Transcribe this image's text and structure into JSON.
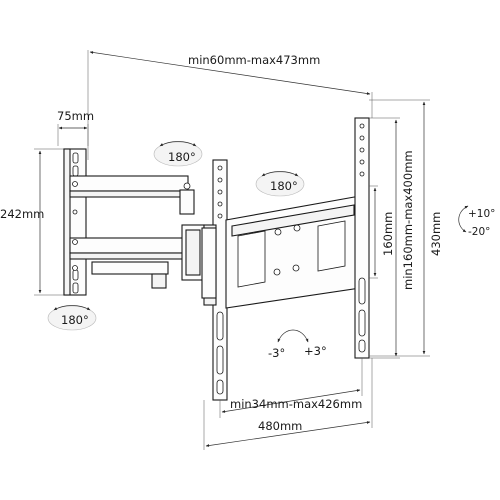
{
  "dimensions": {
    "arm_extension": "min60mm-max473mm",
    "wall_plate_depth": "75mm",
    "wall_plate_height": "242mm",
    "vertical_hole_spacing": "160mm",
    "vertical_vesa_range": "min160mm-max400mm",
    "bracket_height": "430mm",
    "horizontal_vesa_range": "min34mm-max426mm",
    "bracket_width": "480mm"
  },
  "rotations": {
    "swivel_left": "180°",
    "swivel_center": "180°",
    "swivel_bottom": "180°",
    "tilt_up": "+10°",
    "tilt_down": "-20°",
    "level_minus": "-3°",
    "level_plus": "+3°"
  }
}
